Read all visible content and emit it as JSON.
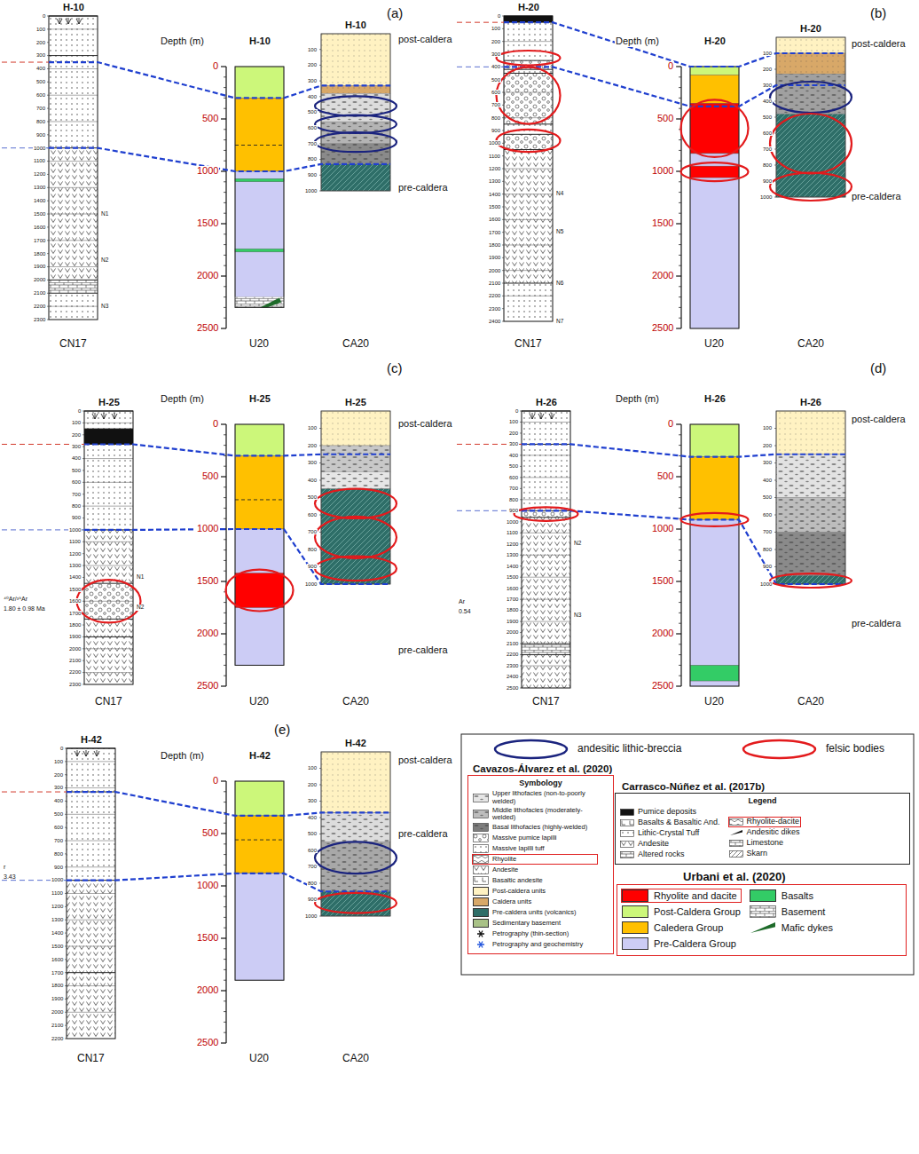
{
  "diagram": {
    "nodes": [
      {
        "text": [
          "Cavazos-Álvarez et al. (2020)",
          "Symbology"
        ]
      },
      {
        "text": [
          "Carrasco-Núñez et al. (2017b)",
          "Legend"
        ]
      },
      {
        "text": [
          "Urbani et al. (2020)"
        ]
      }
    ],
    "labels": [
      "(a)",
      "H-10",
      "H-10",
      "H-10",
      "Depth (m)",
      "0",
      "500",
      "1000",
      "1500",
      "2000",
      "2500",
      "0",
      "100",
      "200",
      "300",
      "400",
      "500",
      "600",
      "700",
      "800",
      "900",
      "1000",
      "1100",
      "1200",
      "1300",
      "1400",
      "1500",
      "1600",
      "1700",
      "1800",
      "1900",
      "2000",
      "2100",
      "2200",
      "2300",
      "100",
      "200",
      "300",
      "400",
      "500",
      "600",
      "700",
      "800",
      "900",
      "1000",
      "post-caldera",
      "pre-caldera",
      "N1",
      "N2",
      "N3",
      "CN17",
      "U20",
      "CA20",
      "(b)",
      "H-20",
      "H-20",
      "H-20",
      "Depth (m)",
      "0",
      "500",
      "1000",
      "1500",
      "2000",
      "2500",
      "0",
      "100",
      "200",
      "300",
      "400",
      "500",
      "600",
      "700",
      "800",
      "900",
      "1000",
      "1100",
      "1200",
      "1300",
      "1400",
      "1500",
      "1600",
      "1700",
      "1800",
      "1900",
      "2000",
      "2100",
      "2200",
      "2300",
      "2400",
      "100",
      "200",
      "300",
      "400",
      "500",
      "600",
      "700",
      "800",
      "900",
      "1000",
      "post-caldera",
      "pre-caldera",
      "N4",
      "N5",
      "N6",
      "N7",
      "CN17",
      "U20",
      "CA20",
      "(c)",
      "H-25",
      "H-25",
      "H-25",
      "Depth (m)",
      "0",
      "500",
      "1000",
      "1500",
      "2000",
      "2500",
      "0",
      "100",
      "200",
      "300",
      "400",
      "500",
      "600",
      "700",
      "800",
      "900",
      "1000",
      "1100",
      "1200",
      "1300",
      "1400",
      "1500",
      "1600",
      "1700",
      "1800",
      "1900",
      "2000",
      "2100",
      "2200",
      "2300",
      "100",
      "200",
      "300",
      "400",
      "500",
      "600",
      "700",
      "800",
      "900",
      "1000",
      "post-caldera",
      "pre-caldera",
      "N1",
      "N2",
      "⁴⁰Ar/³⁹Ar",
      "1.80 ± 0.98 Ma",
      "CN17",
      "U20",
      "CA20",
      "(d)",
      "H-26",
      "H-26",
      "H-26",
      "Depth (m)",
      "0",
      "500",
      "1000",
      "1500",
      "2000",
      "2500",
      "0",
      "100",
      "200",
      "300",
      "400",
      "500",
      "600",
      "700",
      "800",
      "900",
      "1000",
      "1100",
      "1200",
      "1300",
      "1400",
      "1500",
      "1600",
      "1700",
      "1800",
      "1900",
      "2000",
      "2100",
      "2200",
      "2300",
      "2400",
      "2500",
      "100",
      "200",
      "300",
      "400",
      "500",
      "600",
      "700",
      "800",
      "900",
      "1000",
      "post-caldera",
      "pre-caldera",
      "N2",
      "N3",
      "Ar",
      "0.54",
      "CN17",
      "U20",
      "CA20",
      "(e)",
      "H-42",
      "H-42",
      "H-42",
      "Depth (m)",
      "0",
      "500",
      "1000",
      "1500",
      "2000",
      "2500",
      "0",
      "100",
      "200",
      "300",
      "400",
      "500",
      "600",
      "700",
      "800",
      "900",
      "1000",
      "1100",
      "1200",
      "1300",
      "1400",
      "1500",
      "1600",
      "1700",
      "1800",
      "1900",
      "2000",
      "2100",
      "2200",
      "100",
      "200",
      "300",
      "400",
      "500",
      "600",
      "700",
      "800",
      "900",
      "1000",
      "post-caldera",
      "pre-caldera",
      "r",
      "3.43",
      "CN17",
      "U20",
      "CA20"
    ],
    "legend": [
      {
        "text": "andesitic lithic-breccia"
      },
      {
        "text": "felsic bodies"
      },
      {
        "text": "Upper lithofacies (non-to-poorly welded)"
      },
      {
        "text": "Middle lithofacies (moderately-welded)"
      },
      {
        "text": "Basal lithofacies (highly-welded)"
      },
      {
        "text": "Massive pumice lapilli"
      },
      {
        "text": "Massive lapilli tuff"
      },
      {
        "text": "Rhyolite"
      },
      {
        "text": "Andesite"
      },
      {
        "text": "Basaltic andesite"
      },
      {
        "text": "Post-caldera units",
        "color": "#fff2c2"
      },
      {
        "text": "Caldera units",
        "color": "#d8a868"
      },
      {
        "text": "Pre-caldera units (volcanics)",
        "color": "#2e6e68"
      },
      {
        "text": "Sedimentary basement",
        "color": "#a9c287"
      },
      {
        "text": "Petrography (thin-section)"
      },
      {
        "text": "Petrography and geochemistry"
      },
      {
        "text": "Pumice deposits"
      },
      {
        "text": "Basalts & Basaltic And."
      },
      {
        "text": "Lithic-Crystal Tuff"
      },
      {
        "text": "Andesite"
      },
      {
        "text": "Altered rocks"
      },
      {
        "text": "Rhyolite-dacite"
      },
      {
        "text": "Andesitic dikes"
      },
      {
        "text": "Limestone"
      },
      {
        "text": "Skarn"
      },
      {
        "text": "Rhyolite and dacite",
        "color": "#ff0000"
      },
      {
        "text": "Post-Caldera Group",
        "color": "#ccf77a"
      },
      {
        "text": "Caledera Group",
        "color": "#ffc000"
      },
      {
        "text": "Pre-Caldera Group",
        "color": "#ccccf5"
      },
      {
        "text": "Basalts",
        "color": "#33cc66"
      },
      {
        "text": "Basement"
      },
      {
        "text": "Mafic dykes"
      }
    ]
  }
}
